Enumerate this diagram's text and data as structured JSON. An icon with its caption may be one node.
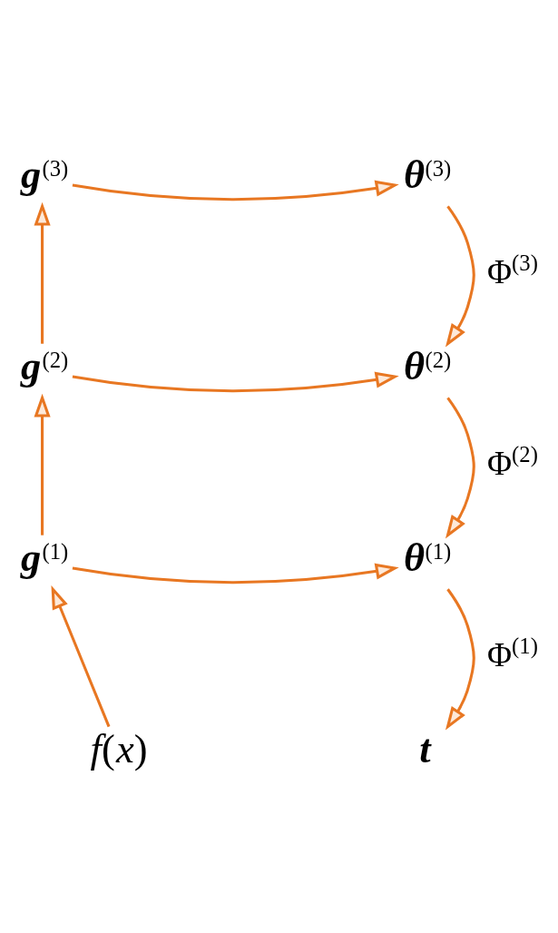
{
  "diagram": {
    "nodes": [
      {
        "text": [
          "**g**$^{(3)}$"
        ]
      },
      {
        "text": [
          "**θ**$^{(3)}$"
        ]
      },
      {
        "text": [
          "**g**$^{(2)}$"
        ]
      },
      {
        "text": [
          "**θ**$^{(2)}$"
        ]
      },
      {
        "text": [
          "**g**$^{(1)}$"
        ]
      },
      {
        "text": [
          "**θ**$^{(1)}$"
        ]
      },
      {
        "text": [
          "*f*(*x*)"
        ]
      },
      {
        "text": [
          "t"
        ]
      }
    ],
    "edges": [
      {
        "from": 6,
        "to": 4,
        "arrow": "to"
      },
      {
        "from": 4,
        "to": 2,
        "arrow": "to"
      },
      {
        "from": 2,
        "to": 0,
        "arrow": "to"
      },
      {
        "from": 0,
        "to": 1,
        "arrow": "to"
      },
      {
        "from": 2,
        "to": 3,
        "arrow": "to"
      },
      {
        "from": 4,
        "to": 5,
        "arrow": "to"
      },
      {
        "from": 1,
        "to": 3,
        "arrow": "to",
        "label": "Φ$^{(3)}$"
      },
      {
        "from": 3,
        "to": 5,
        "arrow": "to",
        "label": "Φ$^{(2)}$"
      },
      {
        "from": 5,
        "to": 7,
        "arrow": "to",
        "label": "Φ$^{(1)}$"
      }
    ]
  }
}
